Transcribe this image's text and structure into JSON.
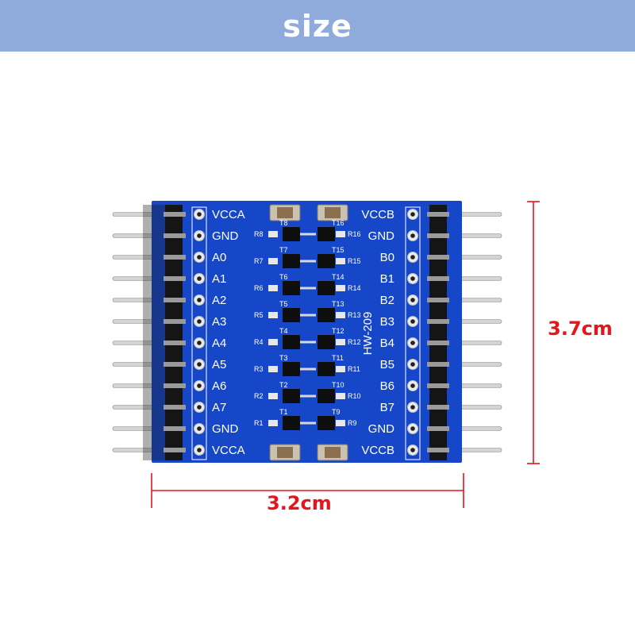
{
  "banner": {
    "title": "size"
  },
  "dimensions": {
    "height": "3.7cm",
    "width": "3.2cm"
  },
  "board": {
    "model": "HW-209",
    "left_labels": [
      "VCCA",
      "GND",
      "A0",
      "A1",
      "A2",
      "A3",
      "A4",
      "A5",
      "A6",
      "A7",
      "GND",
      "VCCA"
    ],
    "right_labels": [
      "VCCB",
      "GND",
      "B0",
      "B1",
      "B2",
      "B3",
      "B4",
      "B5",
      "B6",
      "B7",
      "GND",
      "VCCB"
    ],
    "left_resistors": [
      "R8",
      "R7",
      "R6",
      "R5",
      "R4",
      "R3",
      "R2",
      "R1"
    ],
    "right_resistors": [
      "R16",
      "R15",
      "R14",
      "R13",
      "R12",
      "R11",
      "R10",
      "R9"
    ],
    "left_transistors": [
      "T8",
      "T7",
      "T6",
      "T5",
      "T4",
      "T3",
      "T2",
      "T1"
    ],
    "right_transistors": [
      "T16",
      "T15",
      "T14",
      "T13",
      "T12",
      "T11",
      "T10",
      "T9"
    ]
  },
  "colors": {
    "pcb": "#1547c8",
    "banner": "#8fabdc",
    "dimension": "#e8141b"
  }
}
